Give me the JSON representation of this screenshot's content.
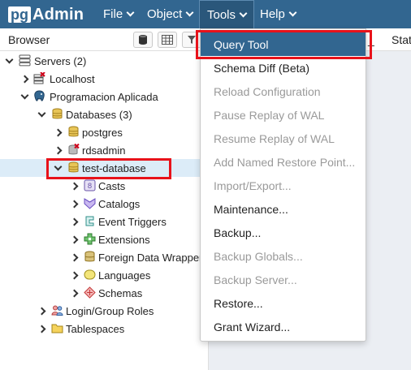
{
  "app": {
    "logo_box": "pg",
    "logo_rest": "Admin"
  },
  "menubar": {
    "file": "File",
    "object": "Object",
    "tools": "Tools",
    "help": "Help"
  },
  "browser": {
    "title": "Browser",
    "right_tab_partial": "Stat",
    "right_tab_dash": "_"
  },
  "tree": {
    "servers": "Servers (2)",
    "localhost": "Localhost",
    "programacion": "Programacion Aplicada",
    "databases": "Databases (3)",
    "postgres": "postgres",
    "rdsadmin": "rdsadmin",
    "test_database": "test-database",
    "casts": "Casts",
    "catalogs": "Catalogs",
    "event_triggers": "Event Triggers",
    "extensions": "Extensions",
    "fdw": "Foreign Data Wrapper",
    "languages": "Languages",
    "schemas": "Schemas",
    "login_roles": "Login/Group Roles",
    "tablespaces": "Tablespaces"
  },
  "tools_menu": [
    {
      "label": "Query Tool",
      "enabled": true,
      "active": true
    },
    {
      "label": "Schema Diff (Beta)",
      "enabled": true
    },
    {
      "label": "Reload Configuration",
      "enabled": false
    },
    {
      "label": "Pause Replay of WAL",
      "enabled": false
    },
    {
      "label": "Resume Replay of WAL",
      "enabled": false
    },
    {
      "label": "Add Named Restore Point...",
      "enabled": false
    },
    {
      "label": "Import/Export...",
      "enabled": false
    },
    {
      "label": "Maintenance...",
      "enabled": true
    },
    {
      "label": "Backup...",
      "enabled": true
    },
    {
      "label": "Backup Globals...",
      "enabled": false
    },
    {
      "label": "Backup Server...",
      "enabled": false
    },
    {
      "label": "Restore...",
      "enabled": true
    },
    {
      "label": "Grant Wizard...",
      "enabled": true
    }
  ],
  "colors": {
    "menubar": "#326690",
    "highlight_red": "#e8121a",
    "selection": "#dcecf8",
    "disabled_text": "#9a9a9a"
  }
}
